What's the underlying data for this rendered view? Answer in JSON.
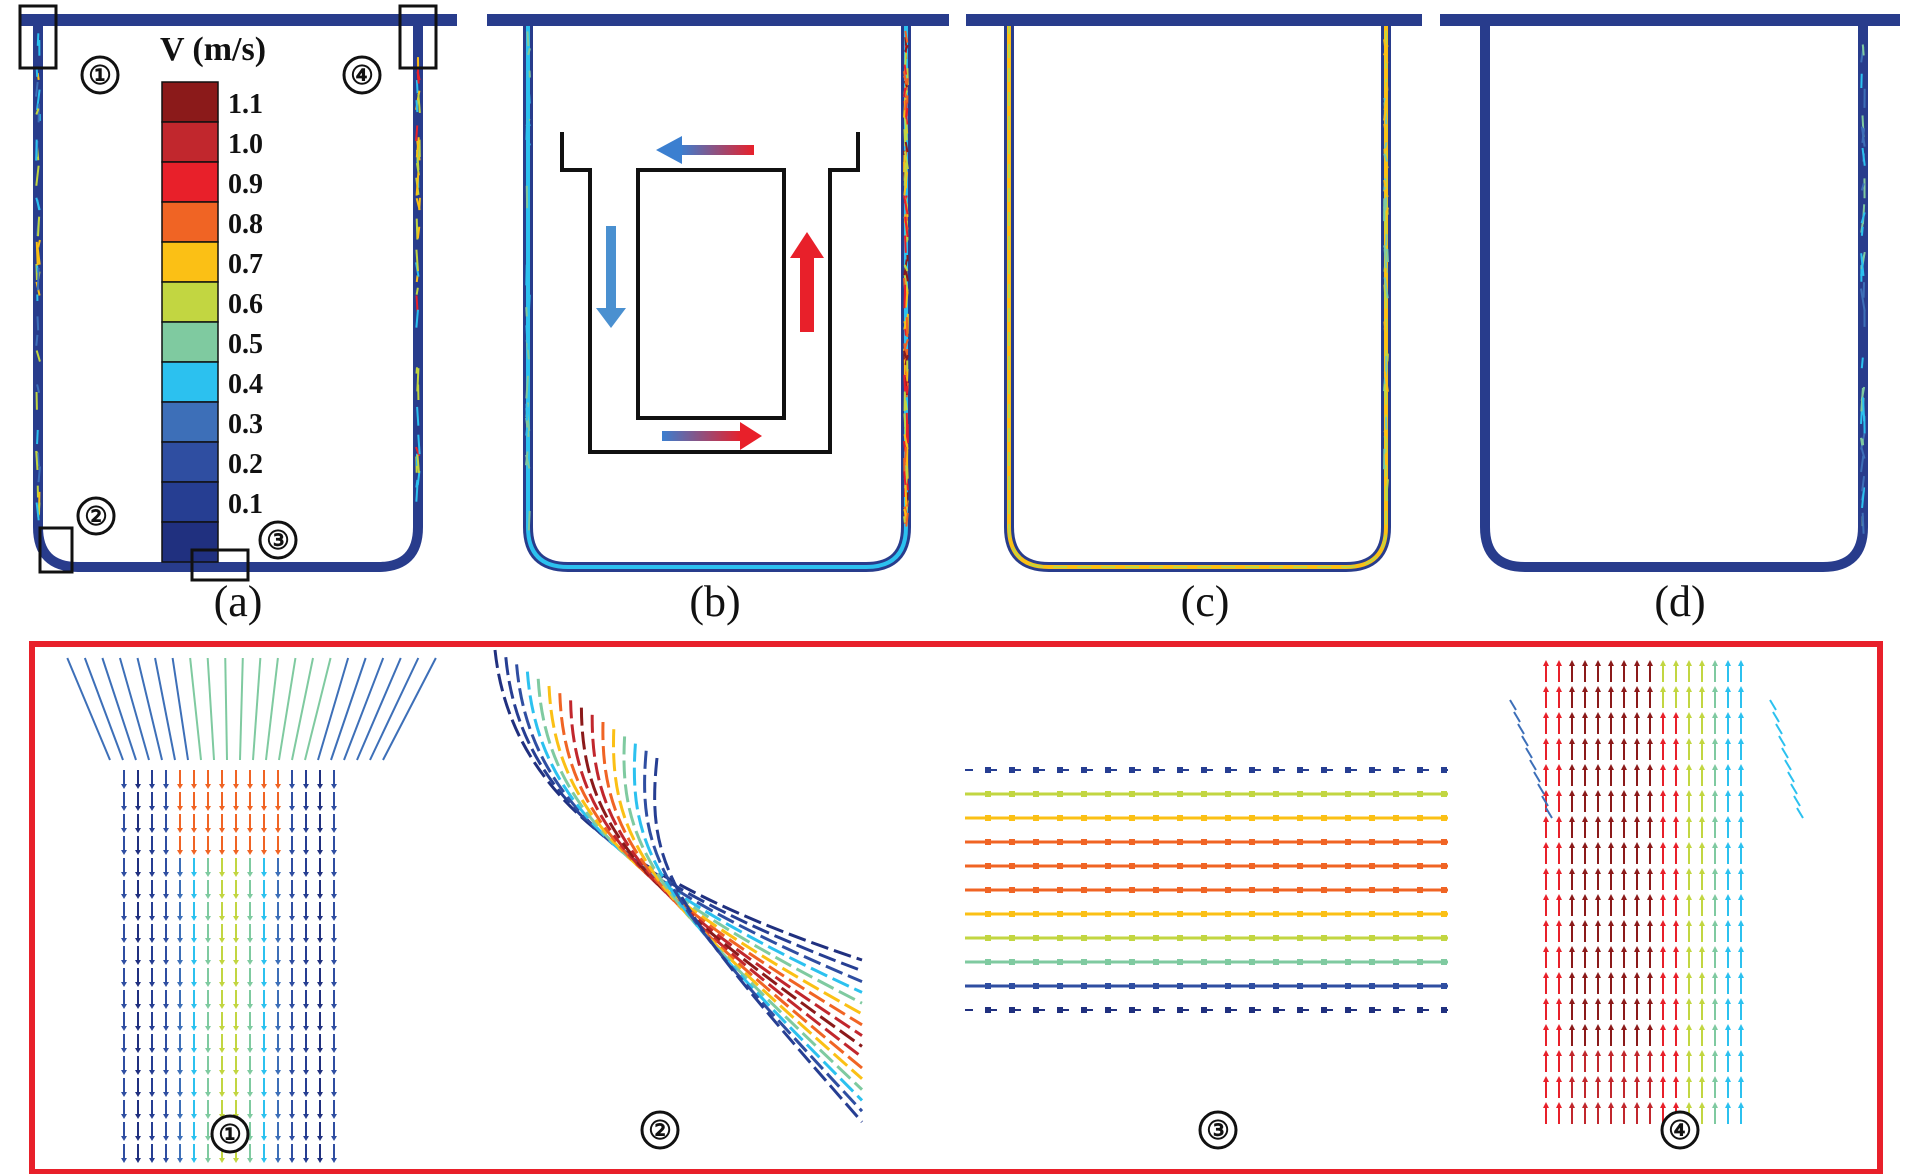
{
  "panels": [
    {
      "id": "a",
      "label": "(a)",
      "fill": "uniform-low"
    },
    {
      "id": "b",
      "label": "(b)",
      "fill": "high-wall"
    },
    {
      "id": "c",
      "label": "(c)",
      "fill": "mid-wall"
    },
    {
      "id": "d",
      "label": "(d)",
      "fill": "low-wall"
    }
  ],
  "legend": {
    "title": "V (m/s)",
    "ticks": [
      "1.1",
      "1.0",
      "0.9",
      "0.8",
      "0.7",
      "0.6",
      "0.5",
      "0.4",
      "0.3",
      "0.2",
      "0.1"
    ],
    "colors": [
      "#8b1a1a",
      "#c1272d",
      "#e8202a",
      "#f06424",
      "#fbc015",
      "#c2d641",
      "#7fcaa0",
      "#2cc1ef",
      "#3d6fb8",
      "#2f4ea1",
      "#263e92",
      "#20307f"
    ]
  },
  "markers": [
    {
      "num": "①",
      "panel": "a",
      "location": "top-left wall"
    },
    {
      "num": "②",
      "panel": "a",
      "location": "bottom-left corner"
    },
    {
      "num": "③",
      "panel": "a",
      "location": "bottom wall"
    },
    {
      "num": "④",
      "panel": "a",
      "location": "top-right wall"
    }
  ],
  "schematic": {
    "arrows": [
      {
        "direction": "left",
        "colors": [
          "#3b7fd0",
          "#e8202a"
        ]
      },
      {
        "direction": "down",
        "colors": [
          "#4a90d0"
        ]
      },
      {
        "direction": "up",
        "colors": [
          "#e8202a"
        ]
      },
      {
        "direction": "right",
        "colors": [
          "#3b7fd0",
          "#e8202a"
        ]
      }
    ]
  },
  "detail_views": [
    {
      "num": "①",
      "pattern": "converging-downward"
    },
    {
      "num": "②",
      "pattern": "curved-corner"
    },
    {
      "num": "③",
      "pattern": "parallel-horizontal"
    },
    {
      "num": "④",
      "pattern": "upward-high-speed"
    }
  ],
  "colors": {
    "container": "#283c8c",
    "frame_red": "#e8202a",
    "outline": "#111111"
  }
}
